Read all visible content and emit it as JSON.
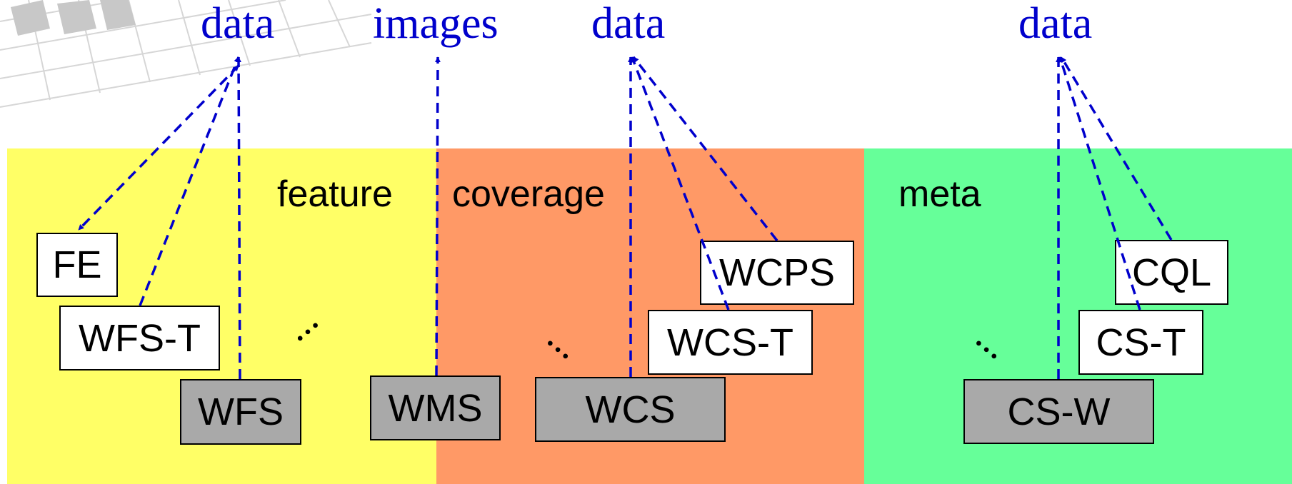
{
  "colors": {
    "feature_band": "#ffff66",
    "coverage_band": "#ff9966",
    "meta_band": "#66ff99",
    "arrow": "#0000cc",
    "target_text": "#0000cc",
    "core_box": "#a9a9a9",
    "ext_box": "#ffffff"
  },
  "sections": {
    "feature": "feature",
    "coverage": "coverage",
    "meta": "meta"
  },
  "targets": {
    "feature_data": "data",
    "images": "images",
    "coverage_data": "data",
    "meta_data": "data"
  },
  "services": {
    "fe": "FE",
    "wfs_t": "WFS-T",
    "wfs": "WFS",
    "wms": "WMS",
    "wcs": "WCS",
    "wcs_t": "WCS-T",
    "wcps": "WCPS",
    "cs_w": "CS-W",
    "cs_t": "CS-T",
    "cql": "CQL"
  },
  "ellipsis": "..."
}
